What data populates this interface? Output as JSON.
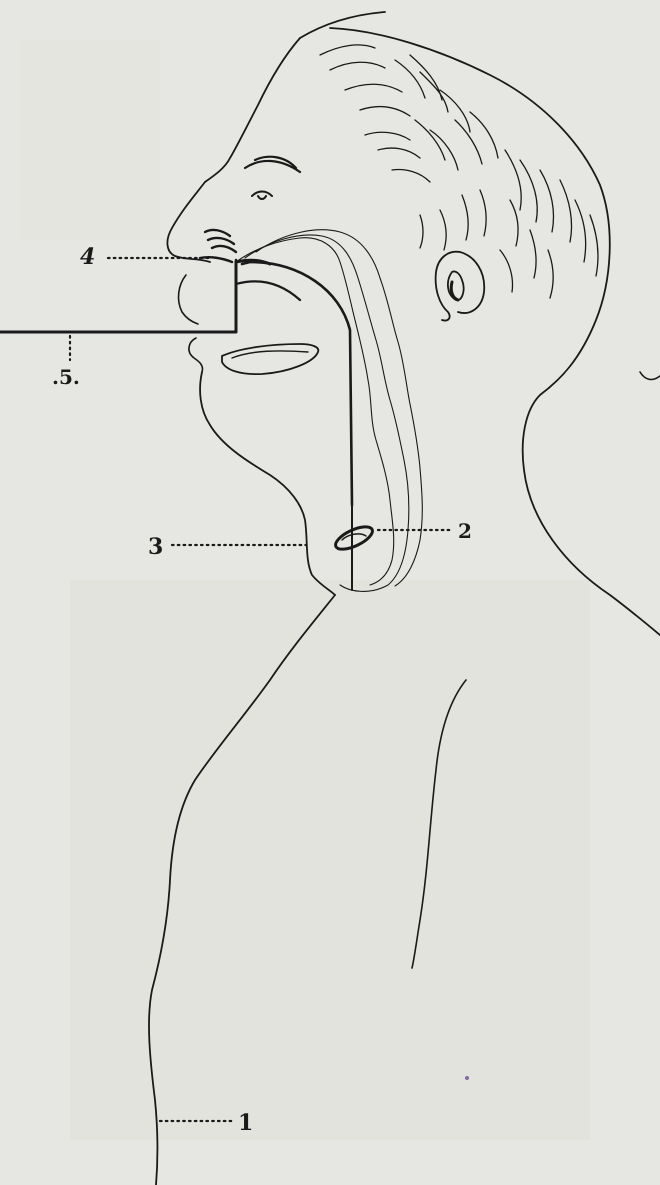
{
  "figure": {
    "background": "#e6e6e2",
    "ink": "#1a1a1a",
    "labels": {
      "label_1": "1",
      "label_2": "2",
      "label_3": "3",
      "label_4": "4",
      "label_5": ".5."
    }
  }
}
